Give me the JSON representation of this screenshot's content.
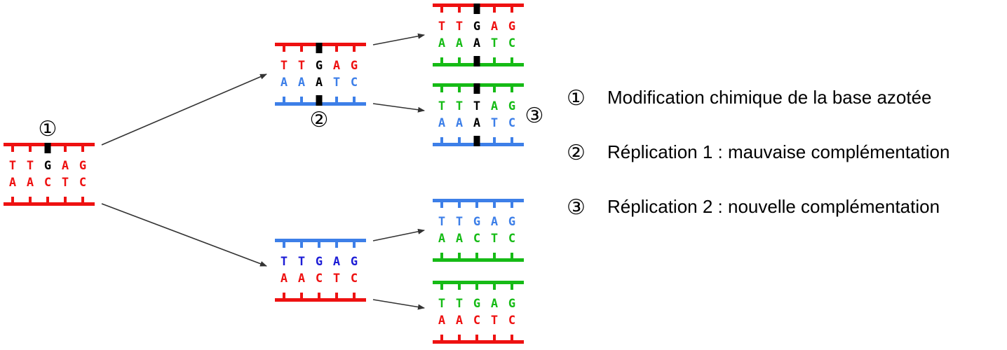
{
  "colors": {
    "red": "#ee1111",
    "blue": "#3d7fe8",
    "darkblue": "#1d1dd6",
    "green": "#16bb16",
    "black": "#000000",
    "arrow": "#333333"
  },
  "molecules": [
    {
      "id": "origin",
      "top": [
        "T",
        "T",
        "G",
        "A",
        "G"
      ],
      "bottom": [
        "A",
        "A",
        "C",
        "T",
        "C"
      ],
      "topStrand": "red",
      "bottomStrand": "red",
      "topLetters": [
        "red",
        "red",
        "black",
        "red",
        "red"
      ],
      "bottomLetters": [
        "red",
        "red",
        "red",
        "red",
        "red"
      ],
      "markTop": 2,
      "markBottom": null,
      "label": "①",
      "labelPos": "above"
    },
    {
      "id": "rep1-upper",
      "top": [
        "T",
        "T",
        "G",
        "A",
        "G"
      ],
      "bottom": [
        "A",
        "A",
        "A",
        "T",
        "C"
      ],
      "topStrand": "red",
      "bottomStrand": "blue",
      "topLetters": [
        "red",
        "red",
        "black",
        "red",
        "red"
      ],
      "bottomLetters": [
        "blue",
        "blue",
        "black",
        "blue",
        "blue"
      ],
      "markTop": 2,
      "markBottom": 2,
      "label": "②",
      "labelPos": "below"
    },
    {
      "id": "rep1-lower",
      "top": [
        "T",
        "T",
        "G",
        "A",
        "G"
      ],
      "bottom": [
        "A",
        "A",
        "C",
        "T",
        "C"
      ],
      "topStrand": "blue",
      "bottomStrand": "red",
      "topLetters": [
        "darkblue",
        "darkblue",
        "darkblue",
        "darkblue",
        "darkblue"
      ],
      "bottomLetters": [
        "red",
        "red",
        "red",
        "red",
        "red"
      ],
      "markTop": null,
      "markBottom": null,
      "label": null,
      "labelPos": null
    },
    {
      "id": "rep2-a",
      "top": [
        "T",
        "T",
        "G",
        "A",
        "G"
      ],
      "bottom": [
        "A",
        "A",
        "A",
        "T",
        "C"
      ],
      "topStrand": "red",
      "bottomStrand": "green",
      "topLetters": [
        "red",
        "red",
        "black",
        "red",
        "red"
      ],
      "bottomLetters": [
        "green",
        "green",
        "black",
        "green",
        "green"
      ],
      "markTop": 2,
      "markBottom": 2,
      "label": null,
      "labelPos": null
    },
    {
      "id": "rep2-b",
      "top": [
        "T",
        "T",
        "T",
        "A",
        "G"
      ],
      "bottom": [
        "A",
        "A",
        "A",
        "T",
        "C"
      ],
      "topStrand": "green",
      "bottomStrand": "blue",
      "topLetters": [
        "green",
        "green",
        "black",
        "green",
        "green"
      ],
      "bottomLetters": [
        "blue",
        "blue",
        "black",
        "blue",
        "blue"
      ],
      "markTop": 2,
      "markBottom": 2,
      "label": "③",
      "labelPos": "right"
    },
    {
      "id": "rep2-c",
      "top": [
        "T",
        "T",
        "G",
        "A",
        "G"
      ],
      "bottom": [
        "A",
        "A",
        "C",
        "T",
        "C"
      ],
      "topStrand": "blue",
      "bottomStrand": "green",
      "topLetters": [
        "blue",
        "blue",
        "blue",
        "blue",
        "blue"
      ],
      "bottomLetters": [
        "green",
        "green",
        "green",
        "green",
        "green"
      ],
      "markTop": null,
      "markBottom": null,
      "label": null,
      "labelPos": null
    },
    {
      "id": "rep2-d",
      "top": [
        "T",
        "T",
        "G",
        "A",
        "G"
      ],
      "bottom": [
        "A",
        "A",
        "C",
        "T",
        "C"
      ],
      "topStrand": "green",
      "bottomStrand": "red",
      "topLetters": [
        "green",
        "green",
        "green",
        "green",
        "green"
      ],
      "bottomLetters": [
        "red",
        "red",
        "red",
        "red",
        "red"
      ],
      "markTop": null,
      "markBottom": null,
      "label": null,
      "labelPos": null
    }
  ],
  "arrows": [
    {
      "from": "origin",
      "to": "rep1-upper"
    },
    {
      "from": "origin",
      "to": "rep1-lower"
    },
    {
      "from": "rep1-upper",
      "to": "rep2-a"
    },
    {
      "from": "rep1-upper",
      "to": "rep2-b"
    },
    {
      "from": "rep1-lower",
      "to": "rep2-c"
    },
    {
      "from": "rep1-lower",
      "to": "rep2-d"
    }
  ],
  "legend": [
    {
      "num": "①",
      "text": "Modification chimique de la base azotée"
    },
    {
      "num": "②",
      "text": "Réplication 1 : mauvaise complémentation"
    },
    {
      "num": "③",
      "text": "Réplication 2 : nouvelle complémentation"
    }
  ]
}
